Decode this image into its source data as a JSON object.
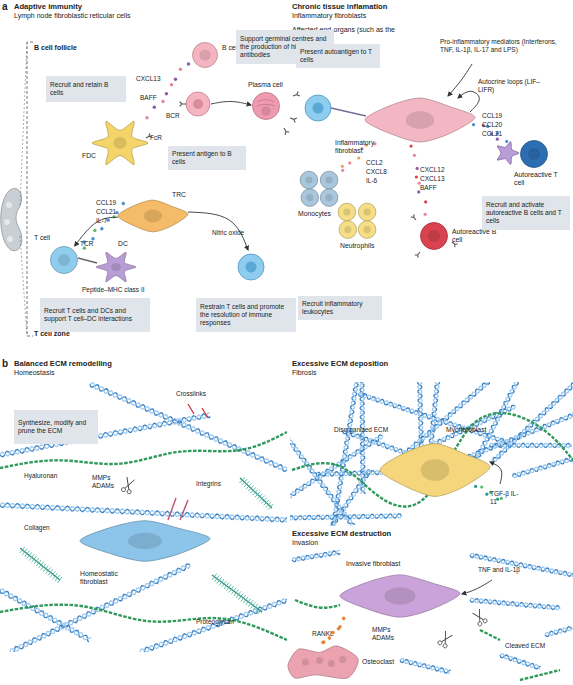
{
  "diagram": {
    "nodes": [
      {
        "text": [
          "B cell"
        ]
      },
      {
        "text": [
          "Recruit and retain B cells"
        ]
      },
      {
        "text": [
          "Support germinal centres and the production of high-affinity antibodies"
        ]
      },
      {
        "text": [
          "Plasma cell"
        ]
      },
      {
        "text": [
          "FDC"
        ]
      },
      {
        "text": [
          "Present antigen to B cells"
        ]
      },
      {
        "text": [
          "TRC"
        ]
      },
      {
        "text": [
          "T cell"
        ]
      },
      {
        "text": [
          "DC"
        ]
      },
      {
        "text": [
          "Recruit T cells and DCs and support T cell–DC interactions"
        ]
      },
      {
        "text": [
          "Restrain T cells and promote the resolution of immune responses"
        ]
      },
      {
        "text": [
          "Present autoantigen to T cells"
        ]
      },
      {
        "text": [
          "Inflammatory fibroblast"
        ]
      },
      {
        "text": [
          "Autoreactive T cell"
        ]
      },
      {
        "text": [
          "Monocytes"
        ]
      },
      {
        "text": [
          "Neutrophils"
        ]
      },
      {
        "text": [
          "Autoreactive B cell"
        ]
      },
      {
        "text": [
          "Recruit and activate autoreactive B cells and T cells"
        ]
      },
      {
        "text": [
          "Recruit inflammatory leukocytes"
        ]
      },
      {
        "text": [
          "Synthesize, modify and prune the ECM"
        ]
      },
      {
        "text": [
          "Homeostatic fibroblast"
        ]
      },
      {
        "text": [
          "Myofibroblast"
        ]
      },
      {
        "text": [
          "Invasive fibroblast"
        ]
      },
      {
        "text": [
          "Osteoclast"
        ]
      }
    ],
    "edges": [
      {
        "from": 6,
        "to": 7,
        "arrow": "to"
      }
    ],
    "labels": [
      "a",
      "Adaptive immunity",
      "Lymph node fibroblastic reticular cells",
      "B cell follicle",
      "CXCL13",
      "BAFF",
      "BCR",
      "FcR",
      "T cell zone",
      "CCL19",
      "CCL21",
      "IL-7",
      "TCR",
      "Peptide–MHC class II",
      "Nitric oxide",
      "Chronic tissue inflamation",
      "Inflammatory fibroblasts",
      "Affected end-organs (such as the gut and joint)",
      "Pro-inflammatory mediators (Interferons, TNF, IL-1β, IL-17 and LPS)",
      "Autocrine loops (LIF–LIFR)",
      "CCL19",
      "CCL20",
      "CCL21",
      "CCL2",
      "CXCL8",
      "IL-6",
      "CXCL12",
      "CXCL13",
      "BAFF",
      "b",
      "Balanced ECM remodelling",
      "Homeostasis",
      "Crosslinks",
      "Hyaluronan",
      "MMPs ADAMs",
      "Integrins",
      "Collagen",
      "Proteoglycan",
      "Excessive ECM deposition",
      "Fibrosis",
      "Disorganized ECM",
      "TGF-β IL-11",
      "Excessive ECM destruction",
      "Invasion",
      "TNF and IL-1β",
      "MMPs ADAMs",
      "RANKL",
      "Cleaved ECM"
    ]
  }
}
